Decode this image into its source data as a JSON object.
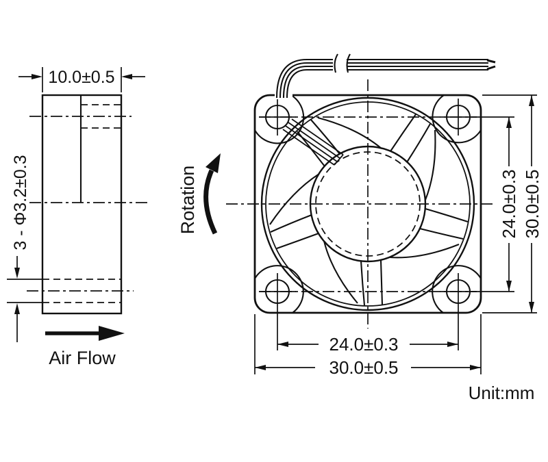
{
  "unit_label": "Unit:mm",
  "side_view": {
    "depth_dim": "10.0±0.5",
    "mounting_hole_callout": "3 - Φ3.2±0.3",
    "air_flow_label": "Air Flow"
  },
  "front_view": {
    "rotation_label": "Rotation",
    "hole_pitch_vertical": "24.0±0.3",
    "frame_size_vertical": "30.0±0.5",
    "hole_pitch_horizontal": "24.0±0.3",
    "frame_size_horizontal": "30.0±0.5"
  },
  "colors": {
    "ink": "#111111",
    "background": "#ffffff"
  }
}
